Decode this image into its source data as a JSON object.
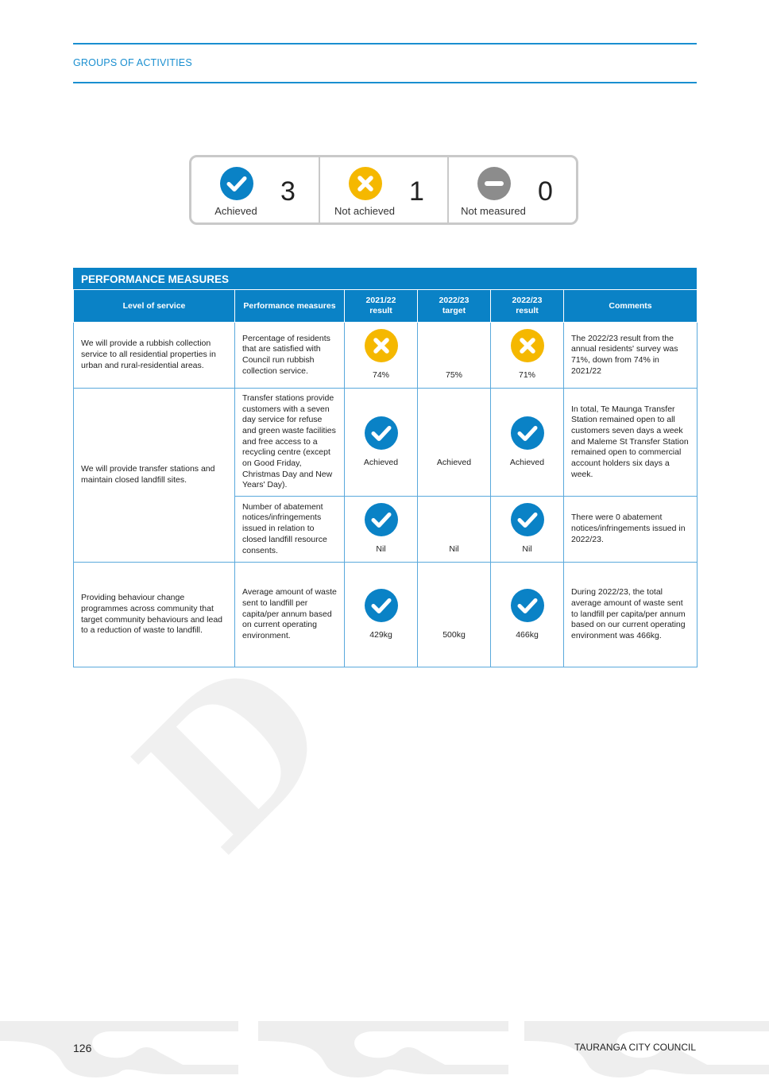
{
  "header": {
    "section": "GROUPS OF ACTIVITIES"
  },
  "summary": [
    {
      "status": "achieved",
      "icon": "check-icon",
      "color": "#0a82c6",
      "count": "3",
      "label": "Achieved"
    },
    {
      "status": "not-achieved",
      "icon": "cross-icon",
      "color": "#f5b800",
      "count": "1",
      "label": "Not achieved"
    },
    {
      "status": "not-measured",
      "icon": "minus-icon",
      "color": "#8c8c8c",
      "count": "0",
      "label": "Not measured"
    }
  ],
  "table": {
    "title": "PERFORMANCE MEASURES",
    "columns": {
      "level": "Level of service",
      "measure": "Performance measures",
      "r2122_a": "2021/22",
      "r2122_b": "result",
      "t2223_a": "2022/23",
      "t2223_b": "target",
      "r2223_a": "2022/23",
      "r2223_b": "result",
      "comments": "Comments"
    },
    "rows": [
      {
        "level": "We will provide a rubbish collection service to all residential properties in urban and rural-residential areas.",
        "measure": "Percentage of residents that are satisfied with Council run rubbish collection service.",
        "r2122": "74%",
        "r2122_status": "not-achieved",
        "target": "75%",
        "r2223": "71%",
        "r2223_status": "not-achieved",
        "comments": "The 2022/23 result from the annual residents' survey was 71%, down from 74% in 2021/22"
      },
      {
        "level": "We will provide transfer stations and maintain closed landfill sites.",
        "measure": "Transfer stations provide customers with a seven day service for refuse and green waste facilities and free access to a recycling centre (except on Good Friday, Christmas Day and New Years' Day).",
        "r2122": "Achieved",
        "r2122_status": "achieved",
        "target": "Achieved",
        "r2223": "Achieved",
        "r2223_status": "achieved",
        "comments": "In total, Te Maunga Transfer Station remained open to all customers seven days a week and Maleme St Transfer Station remained open to commercial account holders six days a week."
      },
      {
        "measure": "Number of abatement notices/infringements issued in relation to closed landfill resource consents.",
        "r2122": "Nil",
        "r2122_status": "achieved",
        "target": "Nil",
        "r2223": "Nil",
        "r2223_status": "achieved",
        "comments": "There were 0 abatement notices/infringements issued in 2022/23."
      },
      {
        "level": "Providing behaviour change programmes across community that target community behaviours and lead to a reduction of waste to landfill.",
        "measure": "Average amount of waste sent to landfill per capita/per annum based on current operating environment.",
        "r2122": "429kg",
        "r2122_status": "achieved",
        "target": "500kg",
        "r2223": "466kg",
        "r2223_status": "achieved",
        "comments": "During 2022/23, the total average amount of waste sent to landfill per capita/per annum based on our current operating environment was 466kg."
      }
    ]
  },
  "watermark": "D",
  "footer": {
    "page_number": "126",
    "organisation": "TAURANGA CITY COUNCIL"
  }
}
